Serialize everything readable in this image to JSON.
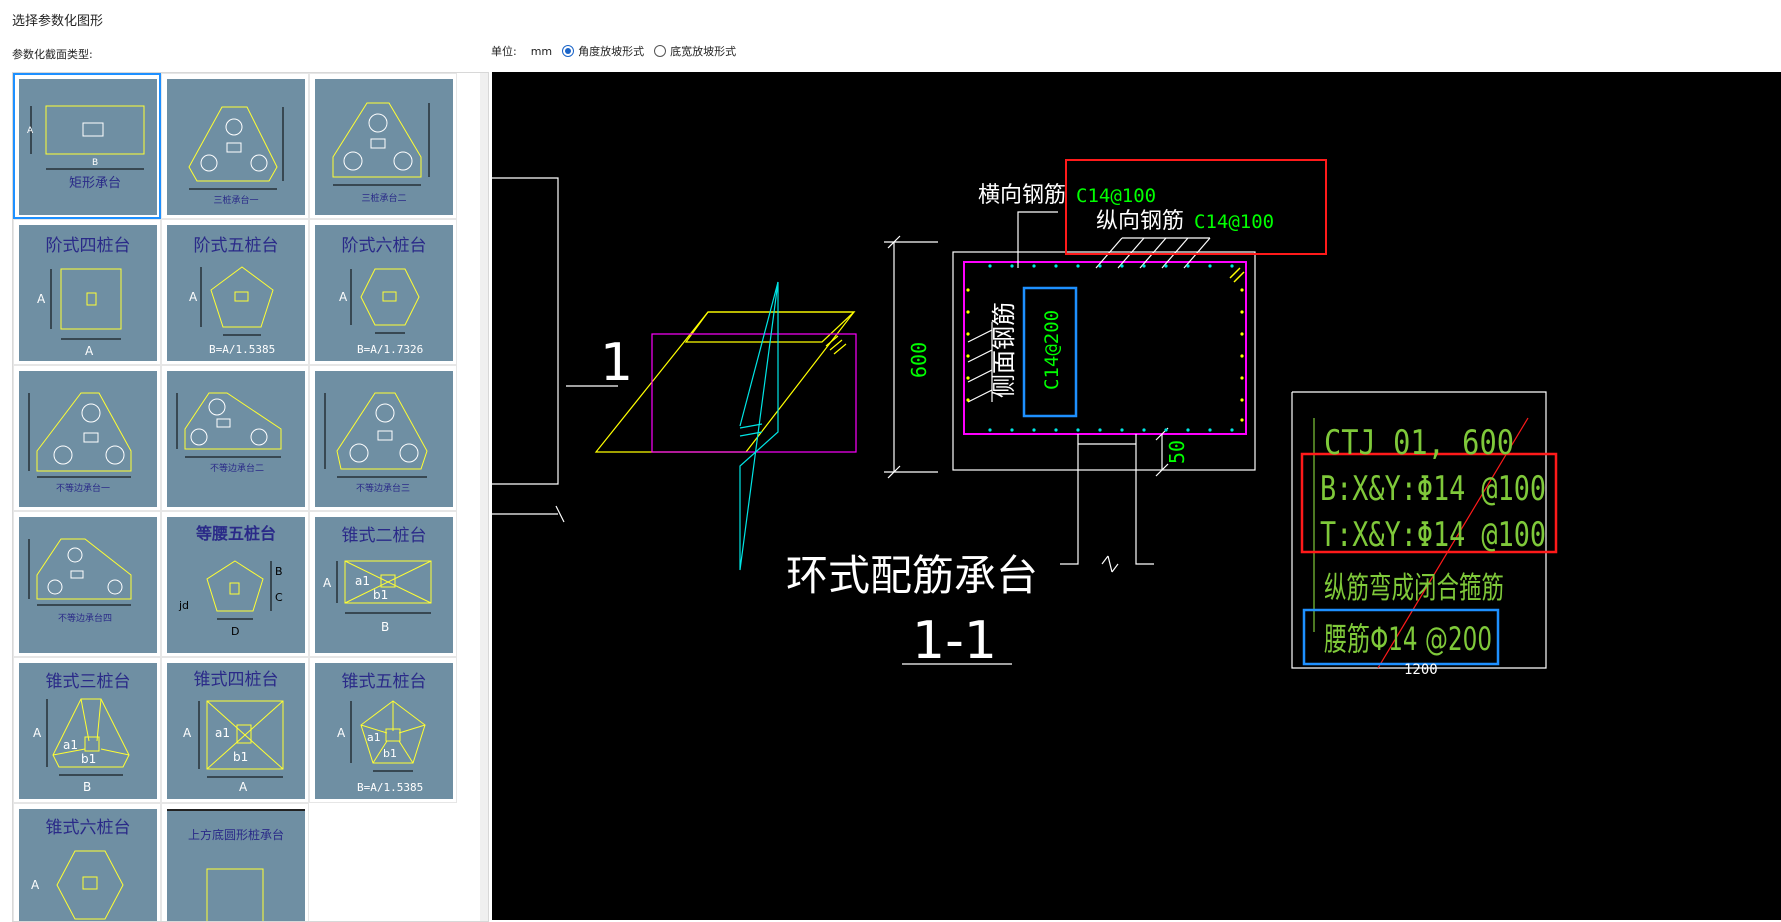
{
  "dialog": {
    "title": "选择参数化图形"
  },
  "left_panel": {
    "label": "参数化截面类型:",
    "thumbnails": [
      {
        "title": "矩形承台"
      },
      {
        "title": "三桩承台一"
      },
      {
        "title": "三桩承台二"
      },
      {
        "title": "阶式四桩台"
      },
      {
        "title": "阶式五桩台",
        "formula": "B=A/1.5385"
      },
      {
        "title": "阶式六桩台",
        "formula": "B=A/1.7326"
      },
      {
        "title": "不等边承台一"
      },
      {
        "title": "不等边承台二"
      },
      {
        "title": "不等边承台三"
      },
      {
        "title": "不等边承台四"
      },
      {
        "title": "等腰五桩台"
      },
      {
        "title": "锥式二桩台"
      },
      {
        "title": "锥式三桩台"
      },
      {
        "title": "锥式四桩台"
      },
      {
        "title": "锥式五桩台",
        "formula": "B=A/1.5385"
      },
      {
        "title": "锥式六桩台"
      },
      {
        "title": "上方底圆形桩承台"
      }
    ],
    "dims": {
      "a": "A",
      "b": "B",
      "c": "C",
      "d": "D",
      "jd": "jd",
      "a1": "a1",
      "b1": "b1"
    }
  },
  "unit_bar": {
    "label": "单位:",
    "unit": "mm",
    "options": [
      {
        "label": "角度放坡形式",
        "checked": true
      },
      {
        "label": "底宽放坡形式",
        "checked": false
      }
    ]
  },
  "drawing": {
    "section_mark": "1",
    "caption": "环式配筋承台",
    "section_title": "1-1",
    "transverse_label": "横向钢筋",
    "transverse_value": "C14@100",
    "longitudinal_label": "纵向钢筋",
    "longitudinal_value": "C14@100",
    "side_label": "侧面钢筋",
    "side_value": "C14@200",
    "dim_height": "600",
    "dim_cover": "50",
    "note_lines": [
      "CTJ 01, 600",
      "B:X&Y:Φ14 @100",
      "T:X&Y:Φ14 @100",
      "纵筋弯成闭合箍筋",
      "腰筋Φ14 @200"
    ],
    "note_partial": "1200",
    "colors": {
      "background": "#000000",
      "white": "#ffffff",
      "yellow": "#ffff00",
      "cyan": "#00e5e5",
      "magenta": "#ff00ff",
      "green": "#00ff00",
      "red": "#ff1a1a",
      "blue": "#1e90ff",
      "note_green": "#7fc93a"
    }
  }
}
